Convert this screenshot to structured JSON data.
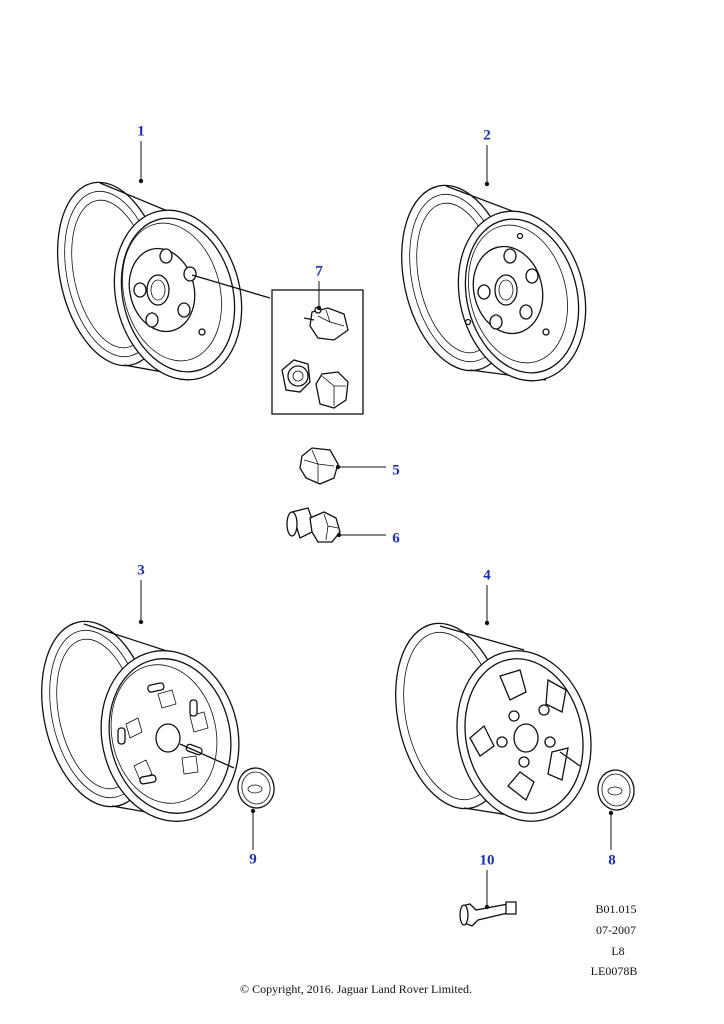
{
  "callouts": [
    {
      "label": "1",
      "part": "steel-wheel-a"
    },
    {
      "label": "2",
      "part": "steel-wheel-b"
    },
    {
      "label": "3",
      "part": "alloy-wheel-a"
    },
    {
      "label": "4",
      "part": "alloy-wheel-b"
    },
    {
      "label": "5",
      "part": "wheel-nut"
    },
    {
      "label": "6",
      "part": "wheel-nut-with-washer"
    },
    {
      "label": "7",
      "part": "locking-nut-kit"
    },
    {
      "label": "8",
      "part": "center-cap-b"
    },
    {
      "label": "9",
      "part": "center-cap-a"
    },
    {
      "label": "10",
      "part": "valve-stem"
    }
  ],
  "reference": {
    "code": "B01.015",
    "date": "07-2007",
    "model": "L8",
    "drawing": "LE0078B"
  },
  "copyright": "© Copyright, 2016. Jaguar Land Rover Limited.",
  "colors": {
    "callout": "#1a2fb8",
    "line": "#111111"
  }
}
